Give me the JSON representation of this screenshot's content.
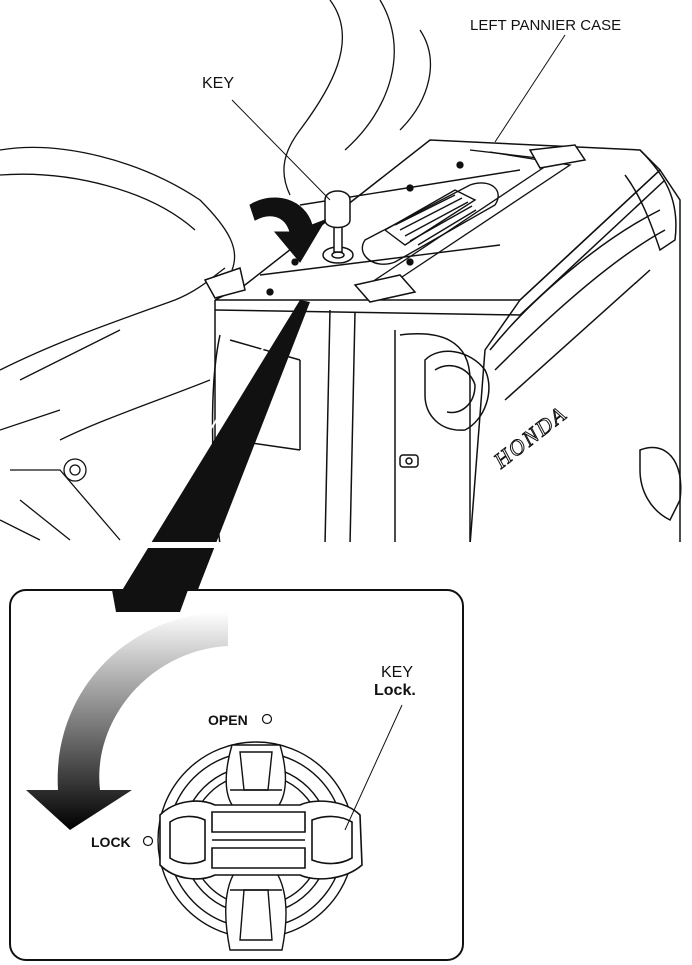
{
  "labels": {
    "left_pannier_case": "LEFT PANNIER CASE",
    "key_top": "KEY",
    "key_detail": "KEY",
    "key_detail_sub": "Lock.",
    "open": "OPEN",
    "lock": "LOCK",
    "brand": "HONDA"
  }
}
